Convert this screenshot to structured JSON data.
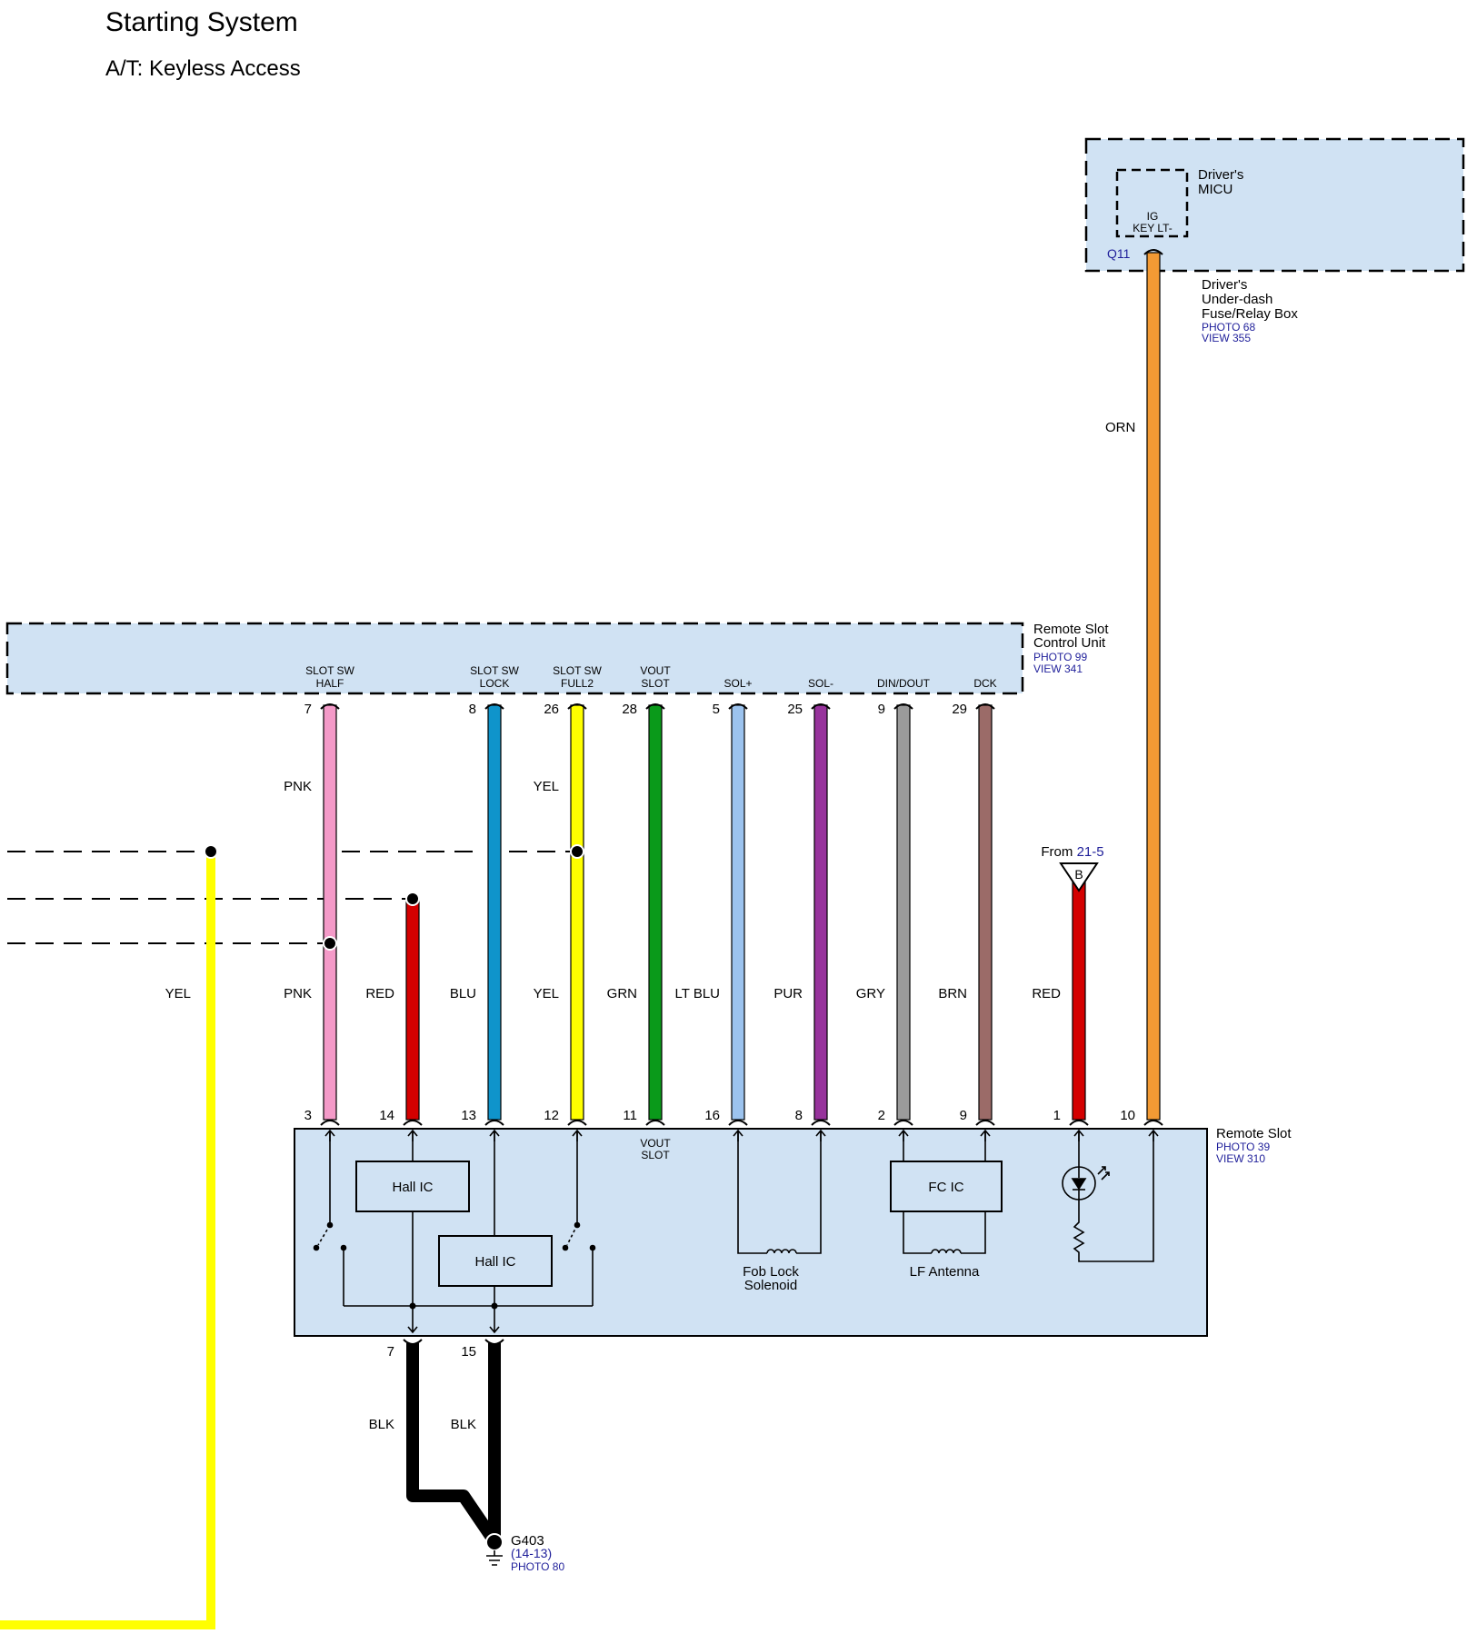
{
  "title": "Starting System",
  "subtitle": "A/T: Keyless Access",
  "colors": {
    "box_fill": "#d0e2f3",
    "ref_blue": "#1f1f9a",
    "ORN": "#f39a34",
    "PNK": "#f49ac8",
    "BLU": "#0f94cb",
    "YEL": "#ffff00",
    "GRN": "#0a9a1a",
    "LT BLU": "#9cc3ee",
    "PUR": "#97339c",
    "GRY": "#9b9b9b",
    "BRN": "#9b6b68",
    "RED": "#d40000",
    "BLK": "#000000"
  },
  "micu": {
    "name_line1": "Driver's",
    "name_line2": "MICU",
    "pin_label_line1": "IG",
    "pin_label_line2": "KEY LT-",
    "connector": "Q11",
    "fuse_box_line1": "Driver's",
    "fuse_box_line2": "Under-dash",
    "fuse_box_line3": "Fuse/Relay Box",
    "photo": "PHOTO 68",
    "view": "VIEW 355"
  },
  "control_unit": {
    "name_line1": "Remote Slot",
    "name_line2": "Control Unit",
    "photo": "PHOTO 99",
    "view": "VIEW 341"
  },
  "remote_slot": {
    "name": "Remote Slot",
    "photo": "PHOTO 39",
    "view": "VIEW 310",
    "vout_line1": "VOUT",
    "vout_line2": "SLOT",
    "hall_ic_1": "Hall IC",
    "hall_ic_2": "Hall IC",
    "fc_ic": "FC IC",
    "solenoid_line1": "Fob Lock",
    "solenoid_line2": "Solenoid",
    "antenna": "LF Antenna"
  },
  "circuits": [
    {
      "term_line1": "SLOT SW",
      "term_line2": "HALF",
      "top_pin": "7",
      "upper_color": "PNK",
      "lower_color": "PNK",
      "bottom_pin": "3",
      "wire": "PNK"
    },
    {
      "term_line1": "",
      "term_line2": "",
      "top_pin": "",
      "upper_color": "",
      "lower_color": "RED",
      "bottom_pin": "14",
      "wire": "RED"
    },
    {
      "term_line1": "SLOT SW",
      "term_line2": "LOCK",
      "top_pin": "8",
      "upper_color": "",
      "lower_color": "BLU",
      "bottom_pin": "13",
      "wire": "BLU"
    },
    {
      "term_line1": "SLOT SW",
      "term_line2": "FULL2",
      "top_pin": "26",
      "upper_color": "YEL",
      "lower_color": "YEL",
      "bottom_pin": "12",
      "wire": "YEL"
    },
    {
      "term_line1": "VOUT",
      "term_line2": "SLOT",
      "top_pin": "28",
      "upper_color": "",
      "lower_color": "GRN",
      "bottom_pin": "11",
      "wire": "GRN"
    },
    {
      "term_line1": "",
      "term_line2": "SOL+",
      "top_pin": "5",
      "upper_color": "",
      "lower_color": "LT BLU",
      "bottom_pin": "16",
      "wire": "LT BLU"
    },
    {
      "term_line1": "",
      "term_line2": "SOL-",
      "top_pin": "25",
      "upper_color": "",
      "lower_color": "PUR",
      "bottom_pin": "8",
      "wire": "PUR"
    },
    {
      "term_line1": "",
      "term_line2": "DIN/DOUT",
      "top_pin": "9",
      "upper_color": "",
      "lower_color": "GRY",
      "bottom_pin": "2",
      "wire": "GRY"
    },
    {
      "term_line1": "",
      "term_line2": "DCK",
      "top_pin": "29",
      "upper_color": "",
      "lower_color": "BRN",
      "bottom_pin": "9",
      "wire": "BRN"
    },
    {
      "term_line1": "",
      "term_line2": "",
      "top_pin": "",
      "upper_color": "",
      "lower_color": "RED",
      "bottom_pin": "1",
      "wire": "RED"
    },
    {
      "term_line1": "",
      "term_line2": "",
      "top_pin": "",
      "upper_color": "",
      "lower_color": "",
      "bottom_pin": "10",
      "wire": "ORN"
    }
  ],
  "orn_label": "ORN",
  "yel_left_label": "YEL",
  "from_ref": {
    "prefix": "From",
    "link": "21-5",
    "connector_letter": "B"
  },
  "ground": {
    "pins": [
      "7",
      "15"
    ],
    "wire_labels": [
      "BLK",
      "BLK"
    ],
    "name": "G403",
    "ref": "(14-13)",
    "photo": "PHOTO 80"
  }
}
